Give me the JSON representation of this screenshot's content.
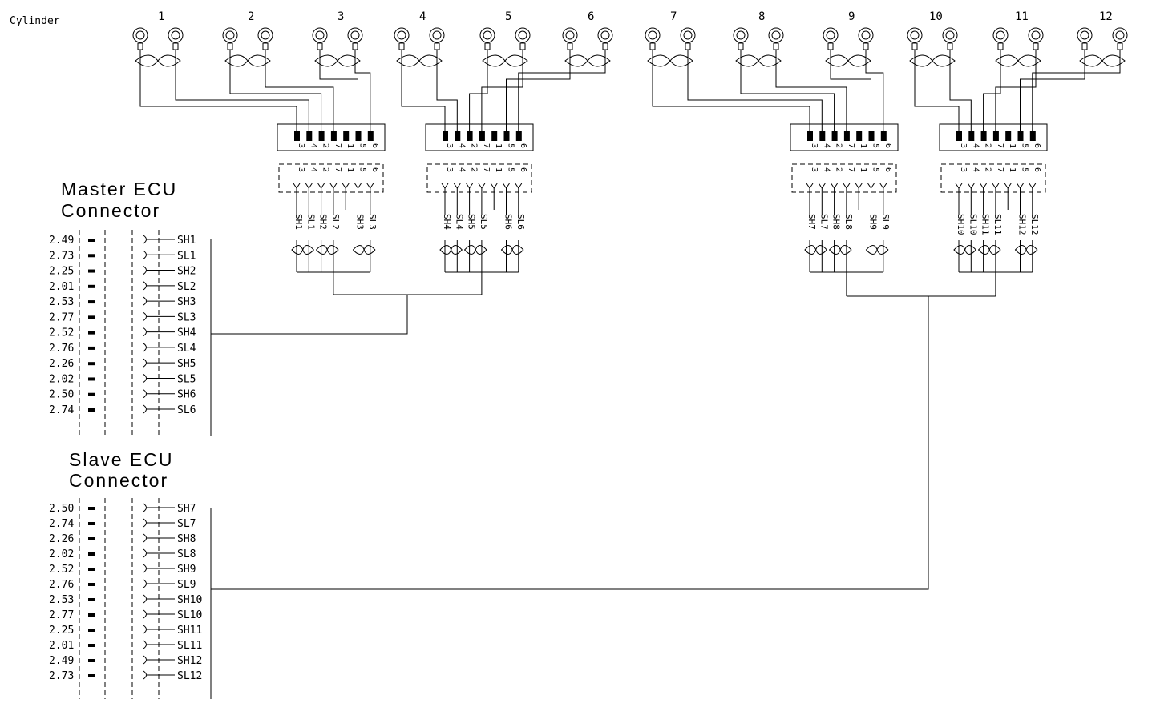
{
  "diagram": {
    "cylinder_label": "Cylinder",
    "cylinders": [
      "1",
      "2",
      "3",
      "4",
      "5",
      "6",
      "7",
      "8",
      "9",
      "10",
      "11",
      "12"
    ],
    "connector_pins": [
      "3",
      "4",
      "2",
      "7",
      "1",
      "5",
      "6"
    ],
    "harness_groups": [
      {
        "signals": [
          "SH1",
          "SL1",
          "SH2",
          "SL2",
          "",
          "SH3",
          "SL3"
        ]
      },
      {
        "signals": [
          "SH4",
          "SL4",
          "SH5",
          "SL5",
          "",
          "SH6",
          "SL6"
        ]
      },
      {
        "signals": [
          "SH7",
          "SL7",
          "SH8",
          "SL8",
          "",
          "SH9",
          "SL9"
        ]
      },
      {
        "signals": [
          "SH10",
          "SL10",
          "SH11",
          "SL11",
          "",
          "SH12",
          "SL12"
        ]
      }
    ],
    "master": {
      "title_line1": "Master ECU",
      "title_line2": "Connector",
      "rows": [
        {
          "value": "2.49",
          "signal": "SH1"
        },
        {
          "value": "2.73",
          "signal": "SL1"
        },
        {
          "value": "2.25",
          "signal": "SH2"
        },
        {
          "value": "2.01",
          "signal": "SL2"
        },
        {
          "value": "2.53",
          "signal": "SH3"
        },
        {
          "value": "2.77",
          "signal": "SL3"
        },
        {
          "value": "2.52",
          "signal": "SH4"
        },
        {
          "value": "2.76",
          "signal": "SL4"
        },
        {
          "value": "2.26",
          "signal": "SH5"
        },
        {
          "value": "2.02",
          "signal": "SL5"
        },
        {
          "value": "2.50",
          "signal": "SH6"
        },
        {
          "value": "2.74",
          "signal": "SL6"
        }
      ]
    },
    "slave": {
      "title_line1": "Slave ECU",
      "title_line2": "Connector",
      "rows": [
        {
          "value": "2.50",
          "signal": "SH7"
        },
        {
          "value": "2.74",
          "signal": "SL7"
        },
        {
          "value": "2.26",
          "signal": "SH8"
        },
        {
          "value": "2.02",
          "signal": "SL8"
        },
        {
          "value": "2.52",
          "signal": "SH9"
        },
        {
          "value": "2.76",
          "signal": "SL9"
        },
        {
          "value": "2.53",
          "signal": "SH10"
        },
        {
          "value": "2.77",
          "signal": "SL10"
        },
        {
          "value": "2.25",
          "signal": "SH11"
        },
        {
          "value": "2.01",
          "signal": "SL11"
        },
        {
          "value": "2.49",
          "signal": "SH12"
        },
        {
          "value": "2.73",
          "signal": "SL12"
        }
      ]
    }
  }
}
